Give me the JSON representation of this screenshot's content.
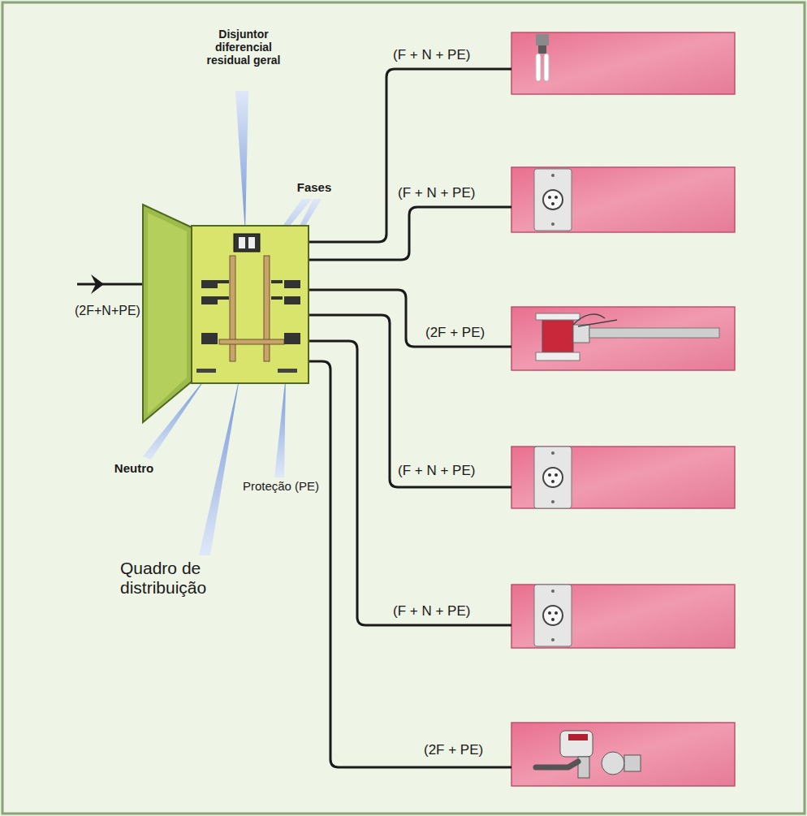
{
  "diagram": {
    "labels": [
      "Disjuntor diferencial residual geral",
      "Fases",
      "(F + N + PE)",
      "(F + N + PE)",
      "(2F+N+PE)",
      "(2F + PE)",
      "Neutro",
      "Proteção (PE)",
      "(F + N + PE)",
      "Quadro de distribuição",
      "(F + N + PE)",
      "(2F + PE)"
    ]
  }
}
